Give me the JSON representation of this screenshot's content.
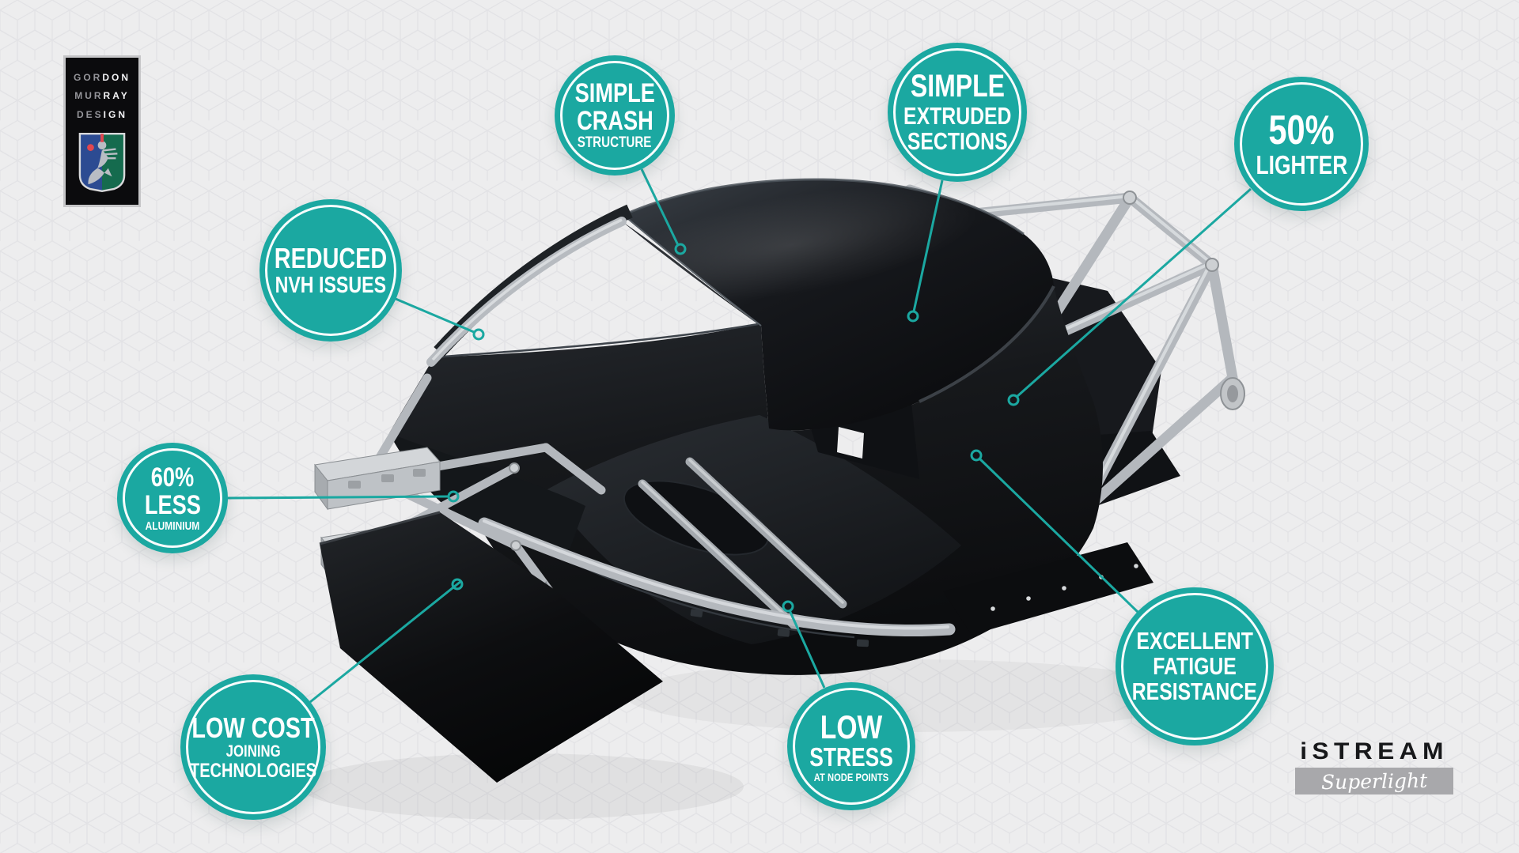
{
  "colors": {
    "accent_teal": "#1BA8A1",
    "background": "#EDEDEE"
  },
  "logo_gmd": {
    "lines": [
      {
        "gray": "GOR",
        "white": "DON"
      },
      {
        "gray": "MUR",
        "white": "RAY"
      },
      {
        "gray": "DES",
        "white": "IGN"
      }
    ]
  },
  "badges": [
    {
      "id": "simple-crash-structure",
      "line1": "SIMPLE",
      "line2": "CRASH",
      "line3": "STRUCTURE"
    },
    {
      "id": "simple-extruded-sections",
      "line1": "SIMPLE",
      "line2": "EXTRUDED",
      "line3": "SECTIONS"
    },
    {
      "id": "50-percent-lighter",
      "line1": "50%",
      "line2": "LIGHTER"
    },
    {
      "id": "reduced-nvh-issues",
      "line1": "REDUCED",
      "line2": "NVH ISSUES"
    },
    {
      "id": "60-percent-less-aluminium",
      "line1": "60%",
      "line2": "LESS",
      "line3": "ALUMINIUM"
    },
    {
      "id": "low-cost-joining-technologies",
      "line1": "LOW COST",
      "line2": "JOINING",
      "line3": "TECHNOLOGIES"
    },
    {
      "id": "low-stress-at-node-points",
      "line1": "LOW",
      "line2": "STRESS",
      "line3": "AT NODE POINTS"
    },
    {
      "id": "excellent-fatigue-resistance",
      "line1": "EXCELLENT",
      "line2": "FATIGUE",
      "line3": "RESISTANCE"
    }
  ],
  "brand": {
    "name": "iSTREAM",
    "sub": "Superlight"
  }
}
